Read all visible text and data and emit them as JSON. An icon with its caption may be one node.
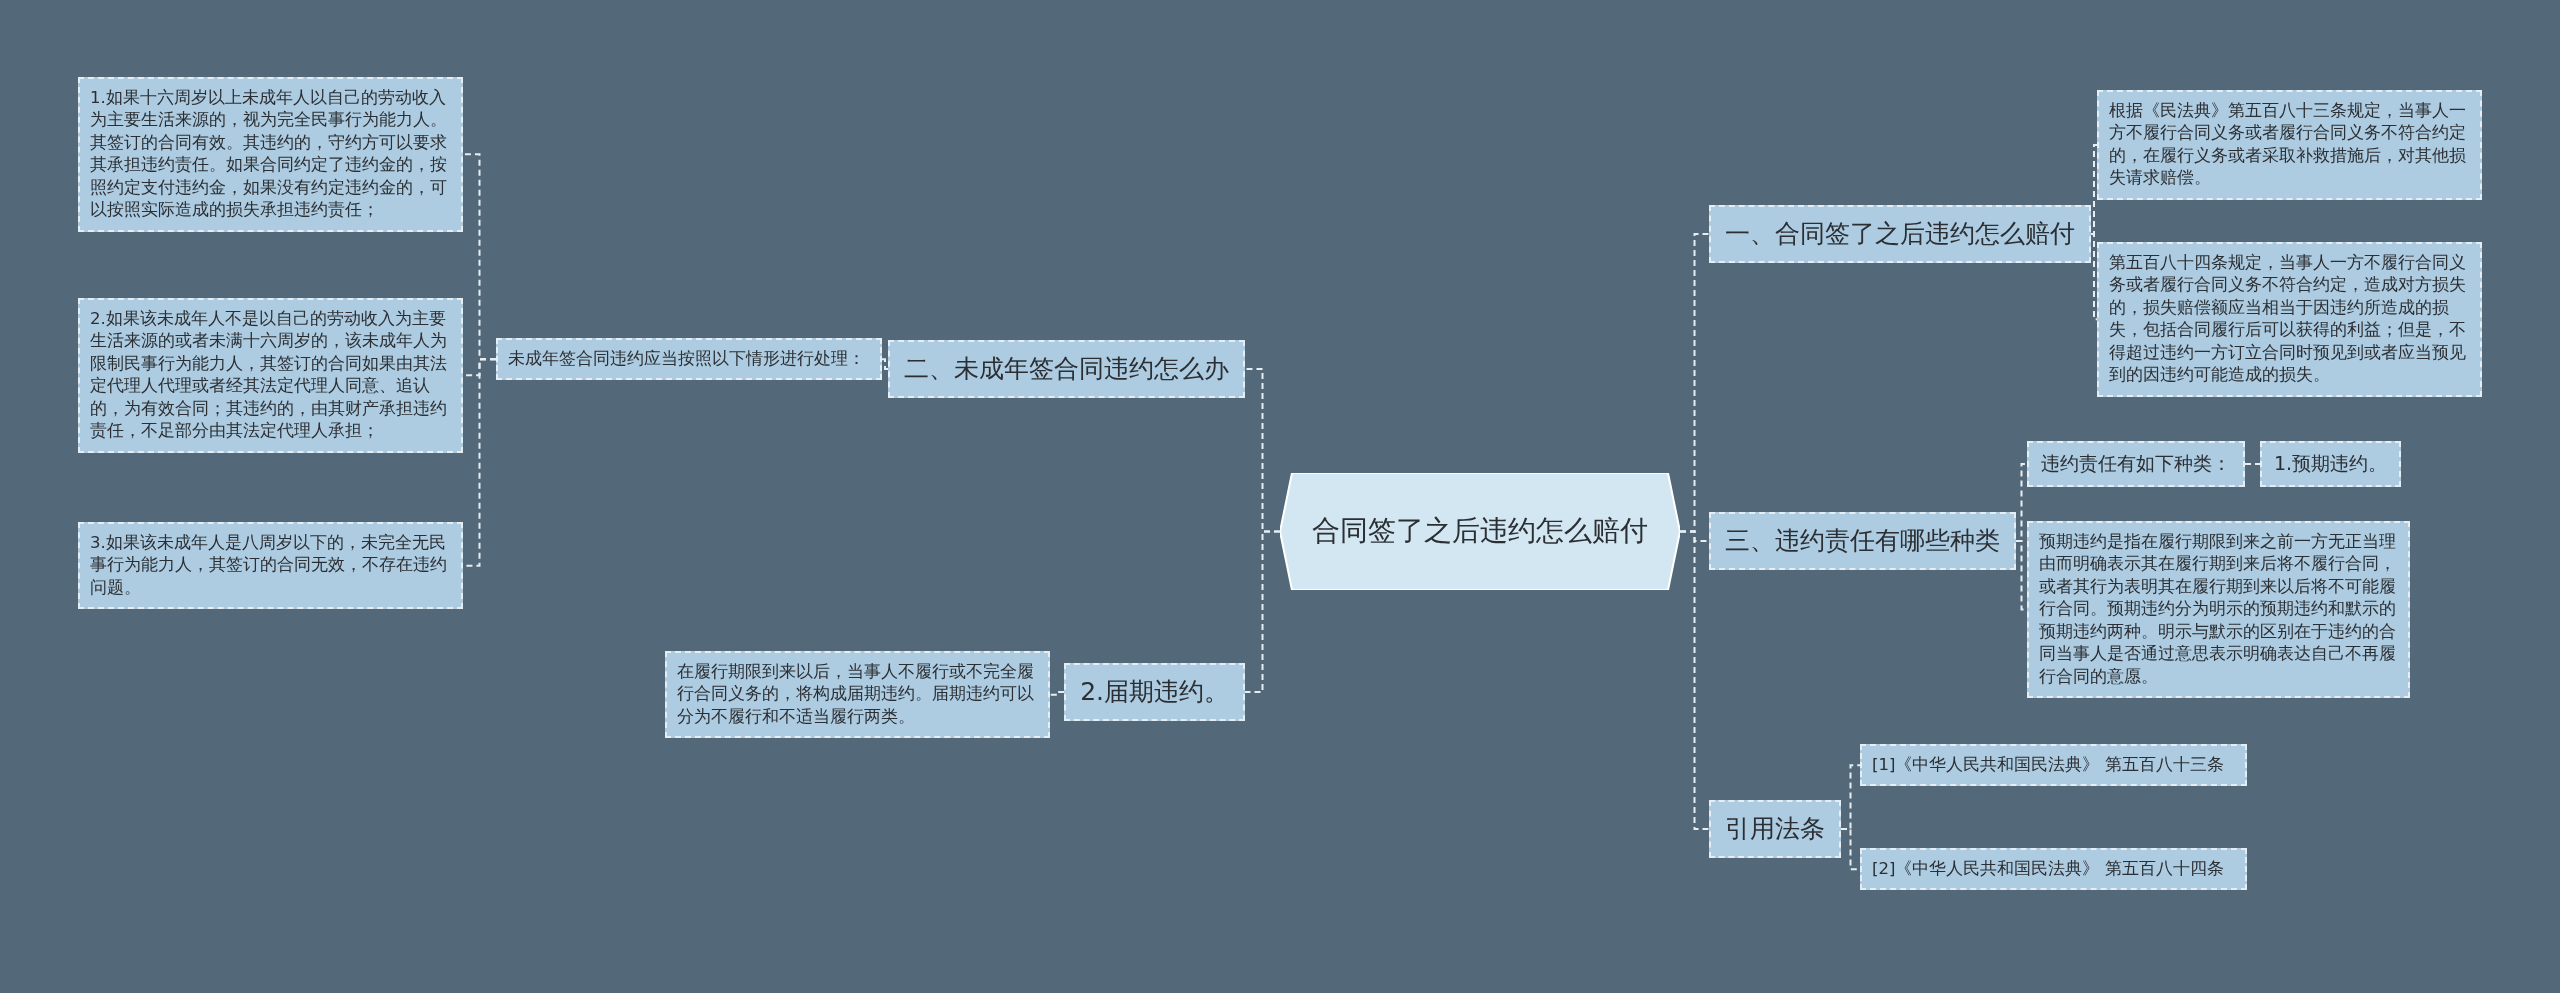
{
  "diagram": {
    "nodes": [
      {
        "text": [
          "合同签了之后违约怎么赔付"
        ]
      },
      {
        "text": [
          "一、合同签了之后违约怎么赔付"
        ]
      },
      {
        "text": [
          "根据《民法典》第五百八十三条规定，当事人一方不履行合同义务或者履行合同义务不符合约定的，在履行义务或者采取补救措施后，对其他损失请求赔偿。"
        ]
      },
      {
        "text": [
          "第五百八十四条规定，当事人一方不履行合同义务或者履行合同义务不符合约定，造成对方损失的，损失赔偿额应当相当于因违约所造成的损失，包括合同履行后可以获得的利益；但是，不得超过违约一方订立合同时预见到或者应当预见到的因违约可能造成的损失。"
        ]
      },
      {
        "text": [
          "三、违约责任有哪些种类"
        ]
      },
      {
        "text": [
          "违约责任有如下种类："
        ]
      },
      {
        "text": [
          "1.预期违约。"
        ]
      },
      {
        "text": [
          "预期违约是指在履行期限到来之前一方无正当理由而明确表示其在履行期到来后将不履行合同，或者其行为表明其在履行期到来以后将不可能履行合同。预期违约分为明示的预期违约和默示的预期违约两种。明示与默示的区别在于违约的合同当事人是否通过意思表示明确表达自己不再履行合同的意愿。"
        ]
      },
      {
        "text": [
          "引用法条"
        ]
      },
      {
        "text": [
          "[1]《中华人民共和国民法典》 第五百八十三条"
        ]
      },
      {
        "text": [
          "[2]《中华人民共和国民法典》 第五百八十四条"
        ]
      },
      {
        "text": [
          "二、未成年签合同违约怎么办"
        ]
      },
      {
        "text": [
          "未成年签合同违约应当按照以下情形进行处理："
        ]
      },
      {
        "text": [
          "1.如果十六周岁以上未成年人以自己的劳动收入为主要生活来源的，视为完全民事行为能力人。其签订的合同有效。其违约的，守约方可以要求其承担违约责任。如果合同约定了违约金的，按照约定支付违约金，如果没有约定违约金的，可以按照实际造成的损失承担违约责任；"
        ]
      },
      {
        "text": [
          "2.如果该未成年人不是以自己的劳动收入为主要生活来源的或者未满十六周岁的，该未成年人为限制民事行为能力人，其签订的合同如果由其法定代理人代理或者经其法定代理人同意、追认的，为有效合同；其违约的，由其财产承担违约责任，不足部分由其法定代理人承担；"
        ]
      },
      {
        "text": [
          "3.如果该未成年人是八周岁以下的，未完全无民事行为能力人，其签订的合同无效，不存在违约问题。"
        ]
      },
      {
        "text": [
          "2.届期违约。"
        ]
      },
      {
        "text": [
          "在履行期限到来以后，当事人不履行或不完全履行合同义务的，将构成届期违约。届期违约可以分为不履行和不适当履行两类。"
        ]
      }
    ],
    "edges": [
      {
        "from": 0,
        "to": 1,
        "arrow": "none"
      },
      {
        "from": 1,
        "to": 2,
        "arrow": "none"
      },
      {
        "from": 1,
        "to": 3,
        "arrow": "none"
      },
      {
        "from": 0,
        "to": 4,
        "arrow": "none"
      },
      {
        "from": 4,
        "to": 5,
        "arrow": "none"
      },
      {
        "from": 5,
        "to": 6,
        "arrow": "none"
      },
      {
        "from": 4,
        "to": 7,
        "arrow": "none"
      },
      {
        "from": 0,
        "to": 8,
        "arrow": "none"
      },
      {
        "from": 8,
        "to": 9,
        "arrow": "none"
      },
      {
        "from": 8,
        "to": 10,
        "arrow": "none"
      },
      {
        "from": 0,
        "to": 11,
        "arrow": "none"
      },
      {
        "from": 11,
        "to": 12,
        "arrow": "none"
      },
      {
        "from": 12,
        "to": 13,
        "arrow": "none"
      },
      {
        "from": 12,
        "to": 14,
        "arrow": "none"
      },
      {
        "from": 12,
        "to": 15,
        "arrow": "none"
      },
      {
        "from": 0,
        "to": 16,
        "arrow": "none"
      },
      {
        "from": 16,
        "to": 17,
        "arrow": "none"
      }
    ]
  }
}
